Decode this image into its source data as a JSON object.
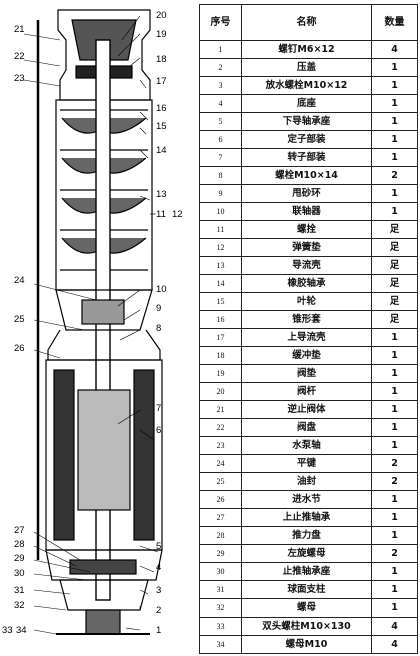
{
  "callouts": [
    "1",
    "2",
    "3",
    "4",
    "5",
    "6",
    "7",
    "8",
    "9",
    "10",
    "11",
    "12",
    "13",
    "14",
    "15",
    "16",
    "17",
    "18",
    "19",
    "20",
    "21",
    "22",
    "23",
    "24",
    "25",
    "26",
    "27",
    "28",
    "29",
    "30",
    "31",
    "32",
    "33",
    "34"
  ],
  "table": {
    "headers": {
      "no": "序号",
      "name": "名称",
      "qty": "数量"
    },
    "rows": [
      {
        "no": "1",
        "name": "螺钉M6×12",
        "qty": "4"
      },
      {
        "no": "2",
        "name": "压盖",
        "qty": "1"
      },
      {
        "no": "3",
        "name": "放水螺栓M10×12",
        "qty": "1"
      },
      {
        "no": "4",
        "name": "底座",
        "qty": "1"
      },
      {
        "no": "5",
        "name": "下导轴承座",
        "qty": "1"
      },
      {
        "no": "6",
        "name": "定子部装",
        "qty": "1"
      },
      {
        "no": "7",
        "name": "转子部装",
        "qty": "1"
      },
      {
        "no": "8",
        "name": "螺栓M10×14",
        "qty": "2"
      },
      {
        "no": "9",
        "name": "甩砂环",
        "qty": "1"
      },
      {
        "no": "10",
        "name": "联轴器",
        "qty": "1"
      },
      {
        "no": "11",
        "name": "螺拴",
        "qty": "足"
      },
      {
        "no": "12",
        "name": "弹簧垫",
        "qty": "足"
      },
      {
        "no": "13",
        "name": "导流壳",
        "qty": "足"
      },
      {
        "no": "14",
        "name": "橡胶轴承",
        "qty": "足"
      },
      {
        "no": "15",
        "name": "叶轮",
        "qty": "足"
      },
      {
        "no": "16",
        "name": "锥形套",
        "qty": "足"
      },
      {
        "no": "17",
        "name": "上导流壳",
        "qty": "1"
      },
      {
        "no": "18",
        "name": "缓冲垫",
        "qty": "1"
      },
      {
        "no": "19",
        "name": "阀垫",
        "qty": "1"
      },
      {
        "no": "20",
        "name": "阀杆",
        "qty": "1"
      },
      {
        "no": "21",
        "name": "逆止阀体",
        "qty": "1"
      },
      {
        "no": "22",
        "name": "阀盘",
        "qty": "1"
      },
      {
        "no": "23",
        "name": "水泵轴",
        "qty": "1"
      },
      {
        "no": "24",
        "name": "平键",
        "qty": "2"
      },
      {
        "no": "25",
        "name": "油封",
        "qty": "2"
      },
      {
        "no": "26",
        "name": "进水节",
        "qty": "1"
      },
      {
        "no": "27",
        "name": "上止推轴承",
        "qty": "1"
      },
      {
        "no": "28",
        "name": "推力盘",
        "qty": "1"
      },
      {
        "no": "29",
        "name": "左旋螺母",
        "qty": "2"
      },
      {
        "no": "30",
        "name": "止推轴承座",
        "qty": "1"
      },
      {
        "no": "31",
        "name": "球面支柱",
        "qty": "1"
      },
      {
        "no": "32",
        "name": "螺母",
        "qty": "1"
      },
      {
        "no": "33",
        "name": "双头螺柱M10×130",
        "qty": "4"
      },
      {
        "no": "34",
        "name": "螺母M10",
        "qty": "4"
      }
    ]
  }
}
